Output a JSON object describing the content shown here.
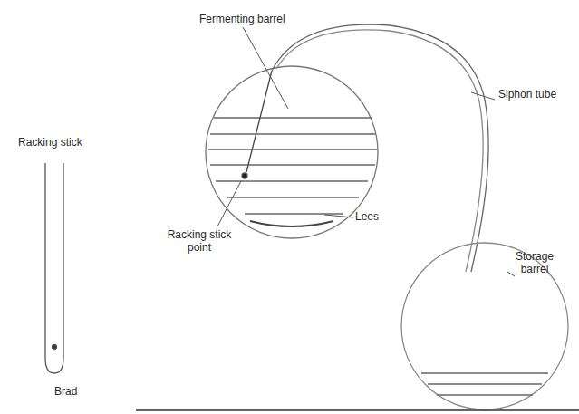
{
  "diagram": {
    "labels": [
      "Racking stick",
      "Brad",
      "Fermenting barrel",
      "Lees",
      "Racking stick point",
      "Siphon tube",
      "Storage barrel"
    ]
  }
}
